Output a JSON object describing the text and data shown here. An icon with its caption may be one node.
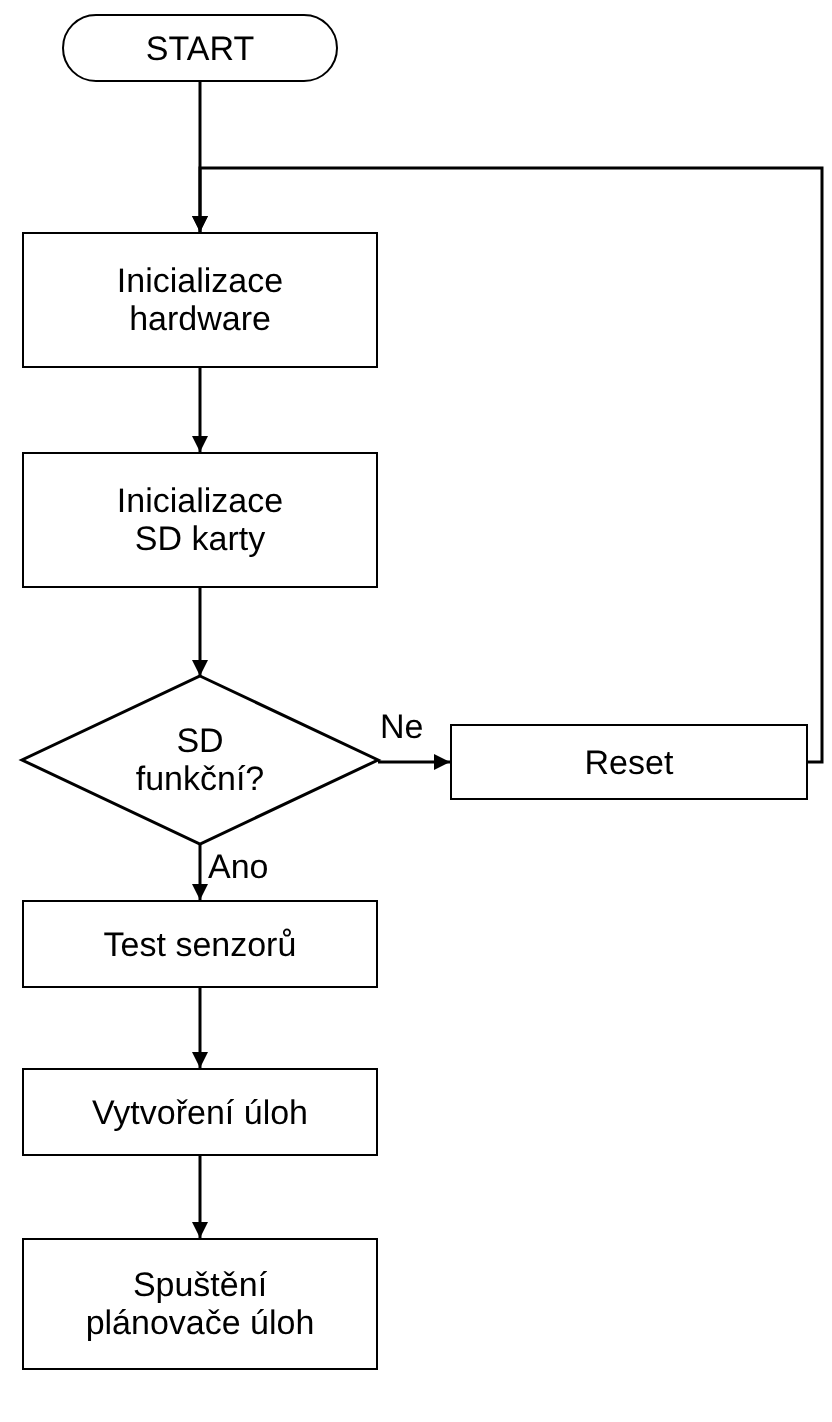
{
  "diagram": {
    "nodes": [
      {
        "text": [
          "START"
        ]
      },
      {
        "text": [
          "Inicializace hardware"
        ]
      },
      {
        "text": [
          "Inicializace SD karty"
        ]
      },
      {
        "text": [
          "SD funkční?"
        ]
      },
      {
        "text": [
          "Reset"
        ]
      },
      {
        "text": [
          "Test senzorů"
        ]
      },
      {
        "text": [
          "Vytvoření úloh"
        ]
      },
      {
        "text": [
          "Spuštění plánovače úloh"
        ]
      }
    ],
    "edges": [
      {
        "from": 0,
        "to": 1,
        "arrow": "to"
      },
      {
        "from": 1,
        "to": 2,
        "arrow": "to"
      },
      {
        "from": 2,
        "to": 3,
        "arrow": "to"
      },
      {
        "from": 3,
        "to": 4,
        "arrow": "to",
        "label": "Ne"
      },
      {
        "from": 4,
        "to": 1,
        "arrow": "to"
      },
      {
        "from": 3,
        "to": 5,
        "arrow": "to",
        "label": "Ano"
      },
      {
        "from": 5,
        "to": 6,
        "arrow": "to"
      },
      {
        "from": 6,
        "to": 7,
        "arrow": "to"
      }
    ]
  }
}
